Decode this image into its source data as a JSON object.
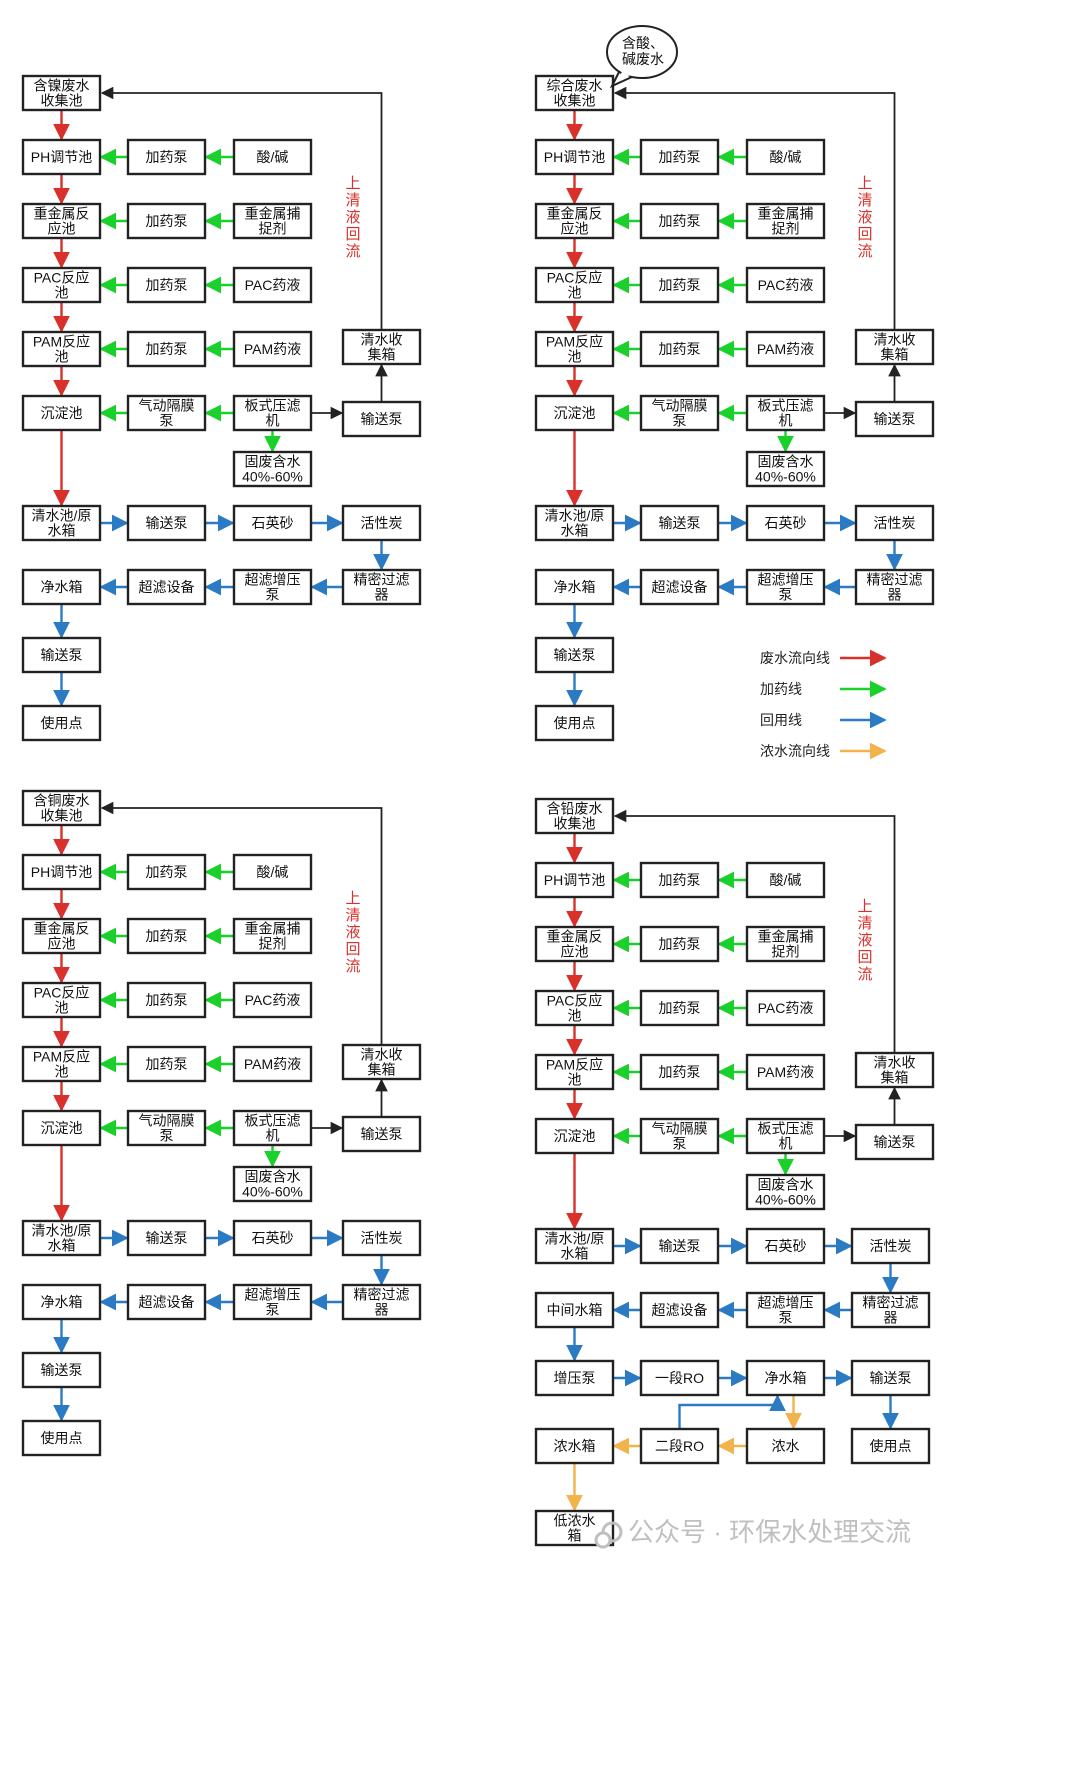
{
  "colors": {
    "wastewater": "#d9302b",
    "dosing": "#19d12a",
    "reuse": "#2b7bc4",
    "concentrate": "#f2b34c",
    "return": "#222222"
  },
  "quadrants": [
    {
      "boxes": {
        "b1": "含镍废水|收集池",
        "b2": "PH调节池",
        "b3": "重金属反|应池",
        "b4": "PAC反应|池",
        "b5": "PAM反应|池",
        "b6": "沉淀池",
        "pump1": "加药泵",
        "pump2": "加药泵",
        "pump3": "加药泵",
        "pump4": "加药泵",
        "diaphragm": "气动隔膜|泵",
        "acid": "酸/碱",
        "capture": "重金属捕|捉剂",
        "pac": "PAC药液",
        "pam": "PAM药液",
        "press": "板式压滤|机",
        "solid": "固废含水|40%-60%",
        "sendpump": "输送泵",
        "clearbox": "清水收|集箱",
        "rawbox": "清水池/原|水箱",
        "p2": "输送泵",
        "sand": "石英砂",
        "carbon": "活性炭",
        "precise": "精密过滤|器",
        "uf_booster": "超滤增压|泵",
        "uf": "超滤设备",
        "water": "净水箱",
        "p3": "输送泵",
        "use": "使用点"
      },
      "return_label": "上清液回流"
    },
    {
      "boxes": {
        "b1": "综合废水|收集池",
        "b2": "PH调节池",
        "b3": "重金属反|应池",
        "b4": "PAC反应|池",
        "b5": "PAM反应|池",
        "b6": "沉淀池",
        "pump1": "加药泵",
        "pump2": "加药泵",
        "pump3": "加药泵",
        "pump4": "加药泵",
        "diaphragm": "气动隔膜|泵",
        "acid": "酸/碱",
        "capture": "重金属捕|捉剂",
        "pac": "PAC药液",
        "pam": "PAM药液",
        "press": "板式压滤|机",
        "solid": "固废含水|40%-60%",
        "sendpump": "输送泵",
        "clearbox": "清水收|集箱",
        "rawbox": "清水池/原|水箱",
        "p2": "输送泵",
        "sand": "石英砂",
        "carbon": "活性炭",
        "precise": "精密过滤|器",
        "uf_booster": "超滤增压|泵",
        "uf": "超滤设备",
        "water": "净水箱",
        "p3": "输送泵",
        "use": "使用点"
      },
      "return_label": "上清液回流",
      "bubble": "含酸、|碱废水"
    },
    {
      "boxes": {
        "b1": "含铜废水|收集池",
        "b2": "PH调节池",
        "b3": "重金属反|应池",
        "b4": "PAC反应|池",
        "b5": "PAM反应|池",
        "b6": "沉淀池",
        "pump1": "加药泵",
        "pump2": "加药泵",
        "pump3": "加药泵",
        "pump4": "加药泵",
        "diaphragm": "气动隔膜|泵",
        "acid": "酸/碱",
        "capture": "重金属捕|捉剂",
        "pac": "PAC药液",
        "pam": "PAM药液",
        "press": "板式压滤|机",
        "solid": "固废含水|40%-60%",
        "sendpump": "输送泵",
        "clearbox": "清水收|集箱",
        "rawbox": "清水池/原|水箱",
        "p2": "输送泵",
        "sand": "石英砂",
        "carbon": "活性炭",
        "precise": "精密过滤|器",
        "uf_booster": "超滤增压|泵",
        "uf": "超滤设备",
        "water": "净水箱",
        "p3": "输送泵",
        "use": "使用点"
      },
      "return_label": "上清液回流"
    },
    {
      "boxes": {
        "b1": "含铅废水|收集池",
        "b2": "PH调节池",
        "b3": "重金属反|应池",
        "b4": "PAC反应|池",
        "b5": "PAM反应|池",
        "b6": "沉淀池",
        "pump1": "加药泵",
        "pump2": "加药泵",
        "pump3": "加药泵",
        "pump4": "加药泵",
        "diaphragm": "气动隔膜|泵",
        "acid": "酸/碱",
        "capture": "重金属捕|捉剂",
        "pac": "PAC药液",
        "pam": "PAM药液",
        "press": "板式压滤|机",
        "solid": "固废含水|40%-60%",
        "sendpump": "输送泵",
        "clearbox": "清水收|集箱",
        "rawbox": "清水池/原|水箱",
        "p2": "输送泵",
        "sand": "石英砂",
        "carbon": "活性炭",
        "precise": "精密过滤|器",
        "uf_booster": "超滤增压|泵",
        "uf": "超滤设备",
        "mid": "中间水箱",
        "booster": "增压泵",
        "ro1": "一段RO",
        "water": "净水箱",
        "p4": "输送泵",
        "use": "使用点",
        "concbox": "浓水箱",
        "ro2": "二段RO",
        "conc": "浓水",
        "lowbox": "低浓水|箱"
      },
      "return_label": "上清液回流"
    }
  ],
  "legend": [
    {
      "label": "废水流向线",
      "color": "#d9302b"
    },
    {
      "label": "加药线",
      "color": "#19d12a"
    },
    {
      "label": "回用线",
      "color": "#2b7bc4"
    },
    {
      "label": "浓水流向线",
      "color": "#f2b34c"
    }
  ],
  "watermark": "公众号 · 环保水处理交流"
}
